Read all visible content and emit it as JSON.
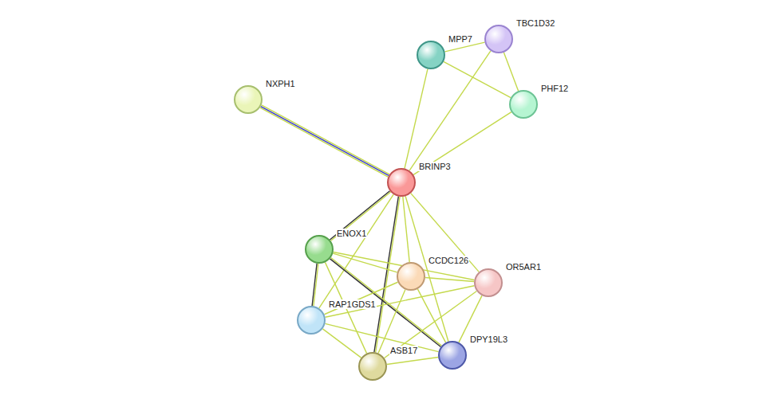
{
  "diagram": {
    "nodes": [
      {
        "text": [
          "NXPH1"
        ]
      },
      {
        "text": [
          "MPP7"
        ]
      },
      {
        "text": [
          "TBC1D32"
        ]
      },
      {
        "text": [
          "PHF12"
        ]
      },
      {
        "text": [
          "BRINP3"
        ]
      },
      {
        "text": [
          "ENOX1"
        ]
      },
      {
        "text": [
          "CCDC126"
        ]
      },
      {
        "text": [
          "OR5AR1"
        ]
      },
      {
        "text": [
          "RAP1GDS1"
        ]
      },
      {
        "text": [
          "ASB17"
        ]
      },
      {
        "text": [
          "DPY19L3"
        ]
      }
    ],
    "edges": [
      {
        "from": 4,
        "to": 0,
        "arrow": "none"
      },
      {
        "from": 4,
        "to": 1,
        "arrow": "none"
      },
      {
        "from": 4,
        "to": 2,
        "arrow": "none"
      },
      {
        "from": 4,
        "to": 3,
        "arrow": "none"
      },
      {
        "from": 1,
        "to": 2,
        "arrow": "none"
      },
      {
        "from": 1,
        "to": 3,
        "arrow": "none"
      },
      {
        "from": 2,
        "to": 3,
        "arrow": "none"
      },
      {
        "from": 4,
        "to": 5,
        "arrow": "none"
      },
      {
        "from": 4,
        "to": 6,
        "arrow": "none"
      },
      {
        "from": 4,
        "to": 7,
        "arrow": "none"
      },
      {
        "from": 4,
        "to": 8,
        "arrow": "none"
      },
      {
        "from": 4,
        "to": 9,
        "arrow": "none"
      },
      {
        "from": 4,
        "to": 10,
        "arrow": "none"
      },
      {
        "from": 5,
        "to": 6,
        "arrow": "none"
      },
      {
        "from": 5,
        "to": 7,
        "arrow": "none"
      },
      {
        "from": 5,
        "to": 8,
        "arrow": "none"
      },
      {
        "from": 5,
        "to": 9,
        "arrow": "none"
      },
      {
        "from": 5,
        "to": 10,
        "arrow": "none"
      },
      {
        "from": 6,
        "to": 7,
        "arrow": "none"
      },
      {
        "from": 6,
        "to": 8,
        "arrow": "none"
      },
      {
        "from": 6,
        "to": 9,
        "arrow": "none"
      },
      {
        "from": 6,
        "to": 10,
        "arrow": "none"
      },
      {
        "from": 7,
        "to": 8,
        "arrow": "none"
      },
      {
        "from": 7,
        "to": 9,
        "arrow": "none"
      },
      {
        "from": 7,
        "to": 10,
        "arrow": "none"
      },
      {
        "from": 8,
        "to": 9,
        "arrow": "none"
      },
      {
        "from": 8,
        "to": 10,
        "arrow": "none"
      },
      {
        "from": 9,
        "to": 10,
        "arrow": "none"
      }
    ]
  }
}
